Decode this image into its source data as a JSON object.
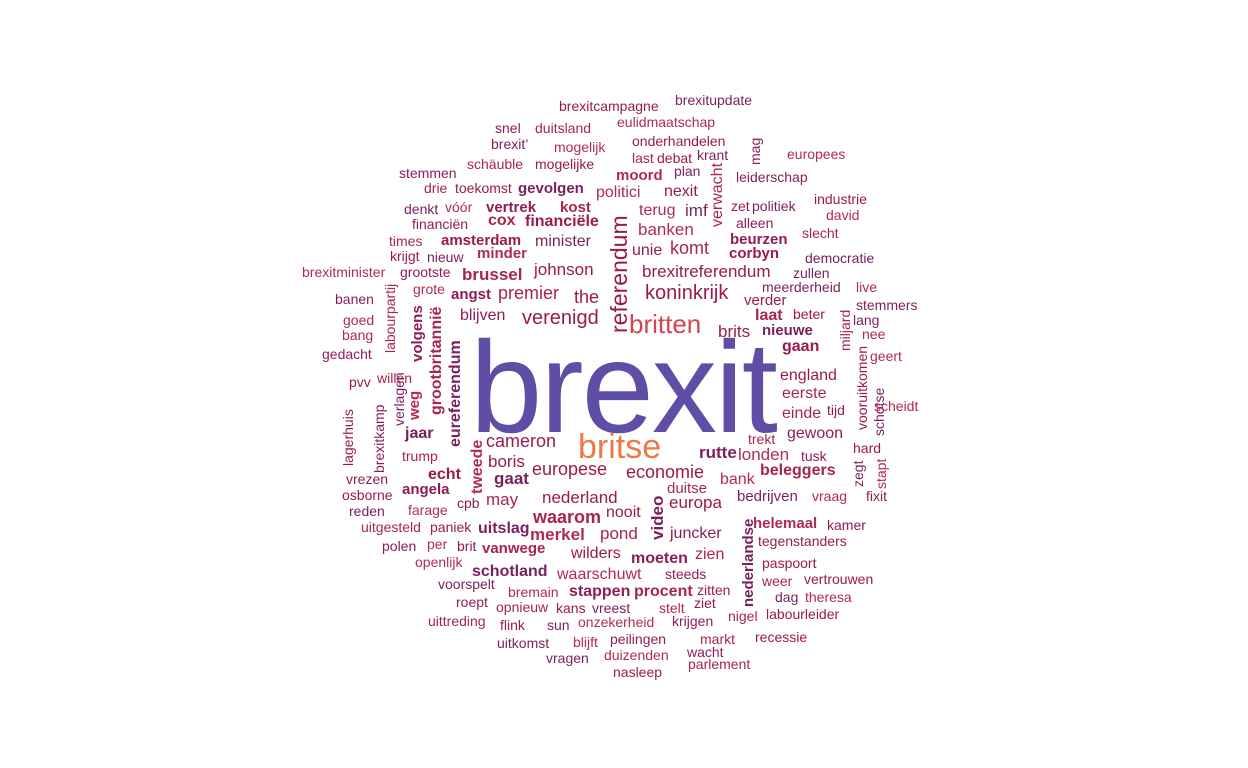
{
  "cloud": {
    "hero": "brexit",
    "britse": "britse",
    "britten": "britten",
    "referendum": "referendum",
    "koninkrijk": "koninkrijk",
    "verenigd": "verenigd",
    "cameron": "cameron",
    "europese": "europese",
    "economie": "economie",
    "nederland": "nederland",
    "brexitreferendum": "brexitreferendum",
    "words": [
      "brexitcampagne",
      "brexitupdate",
      "eulidmaatschap",
      "snel",
      "duitsland",
      "onderhandelen",
      "brexit’",
      "mogelijk",
      "mag",
      "last",
      "debat",
      "krant",
      "europees",
      "stemmen",
      "schäuble",
      "mogelijke",
      "plan",
      "moord",
      "leiderschap",
      "drie",
      "toekomst",
      "gevolgen",
      "politici",
      "nexit",
      "verwacht",
      "industrie",
      "denkt",
      "vóór",
      "vertrek",
      "kost",
      "zet",
      "politiek",
      "david",
      "financiën",
      "cox",
      "financiële",
      "imf",
      "terug",
      "alleen",
      "times",
      "amsterdam",
      "minister",
      "banken",
      "beurzen",
      "slecht",
      "krijgt",
      "nieuw",
      "minder",
      "unie",
      "komt",
      "corbyn",
      "democratie",
      "brexitminister",
      "grootste",
      "brussel",
      "johnson",
      "zullen",
      "grote",
      "angst",
      "premier",
      "the",
      "meerderheid",
      "live",
      "banen",
      "labourpartij",
      "verder",
      "stemmers",
      "goed",
      "blijven",
      "laat",
      "beter",
      "lang",
      "bang",
      "volgens",
      "grootbritannië",
      "brits",
      "nieuwe",
      "nee",
      "gedacht",
      "miljard",
      "gaan",
      "eureferendum",
      "geert",
      "pvv",
      "willen",
      "england",
      "verlagen",
      "weg",
      "brexitkamp",
      "eerste",
      "vooruitkomen",
      "schotse",
      "scheidt",
      "tijd",
      "einde",
      "lagerhuis",
      "jaar",
      "tweede",
      "gewoon",
      "trekt",
      "hard",
      "rutte",
      "londen",
      "tusk",
      "trump",
      "boris",
      "zegt",
      "stapt",
      "vrezen",
      "beleggers",
      "echt",
      "gaat",
      "bank",
      "angela",
      "duitse",
      "osborne",
      "bedrijven",
      "vraag",
      "fixit",
      "may",
      "europa",
      "reden",
      "farage",
      "cpb",
      "waarom",
      "nooit",
      "video",
      "helemaal",
      "kamer",
      "uitgesteld",
      "paniek",
      "uitslag",
      "merkel",
      "juncker",
      "pond",
      "tegenstanders",
      "polen",
      "per",
      "brit",
      "vanwege",
      "wilders",
      "nederlandse",
      "openlijk",
      "moeten",
      "zien",
      "paspoort",
      "schotland",
      "waarschuwt",
      "steeds",
      "weer",
      "vertrouwen",
      "voorspelt",
      "bremain",
      "stappen",
      "procent",
      "zitten",
      "dag",
      "theresa",
      "roept",
      "opnieuw",
      "kans",
      "vreest",
      "stelt",
      "ziet",
      "uittreding",
      "flink",
      "sun",
      "onzekerheid",
      "krijgen",
      "nigel",
      "labourleider",
      "uitkomst",
      "blijft",
      "peilingen",
      "markt",
      "recessie",
      "vragen",
      "duizenden",
      "wacht",
      "parlement",
      "nasleep"
    ]
  },
  "colors": {
    "hero": "#5f4da6",
    "britse": "#ec7a47",
    "britten": "#d04550",
    "dark": "#9b1a4e",
    "purple": "#7a1f5e",
    "mid": "#b02a56"
  }
}
